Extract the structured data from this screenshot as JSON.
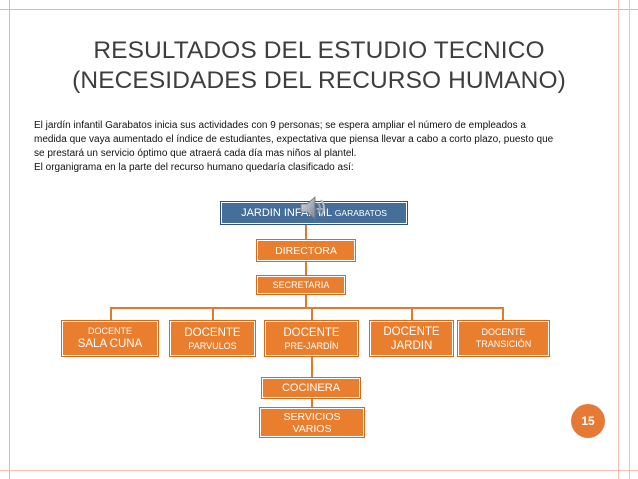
{
  "title": {
    "line1": "RESULTADOS DEL ESTUDIO TECNICO",
    "line2": "(NECESIDADES DEL RECURSO HUMANO)"
  },
  "body": {
    "line1": "El jardín infantil Garabatos inicia sus actividades con 9 personas; se espera ampliar el número de empleados a",
    "line2": "medida que vaya aumentado el índice de estudiantes, expectativa que piensa llevar a cabo a corto plazo, puesto que",
    "line3": "se prestará un servicio óptimo que atraerá cada día mas niños al plantel.",
    "line4": "El organigrama en la parte del recurso humano quedaría clasificado así:"
  },
  "org": {
    "root_main": "JARDIN INFANTIL",
    "root_small": "GARABATOS",
    "directora": "DIRECTORA",
    "secretaria": "SECRETARIA",
    "docentes": [
      {
        "l1": "DOCENTE",
        "l2": "SALA CUNA"
      },
      {
        "l1": "DOCENTE",
        "l2": "PARVULOS"
      },
      {
        "l1": "DOCENTE",
        "l2": "PRE-JARDÍN"
      },
      {
        "l1": "DOCENTE",
        "l2": "JARDIN"
      },
      {
        "l1": "DOCENTE",
        "l2": "TRANSICIÓN"
      }
    ],
    "cocinera": "COCINERA",
    "servicios_l1": "SERVICIOS",
    "servicios_l2": "VARIOS"
  },
  "icons": {
    "speaker": "speaker-icon"
  },
  "colors": {
    "accent": "#e97e2f",
    "root": "#466e9a",
    "title": "#3e3e3e"
  },
  "page_number": "15"
}
